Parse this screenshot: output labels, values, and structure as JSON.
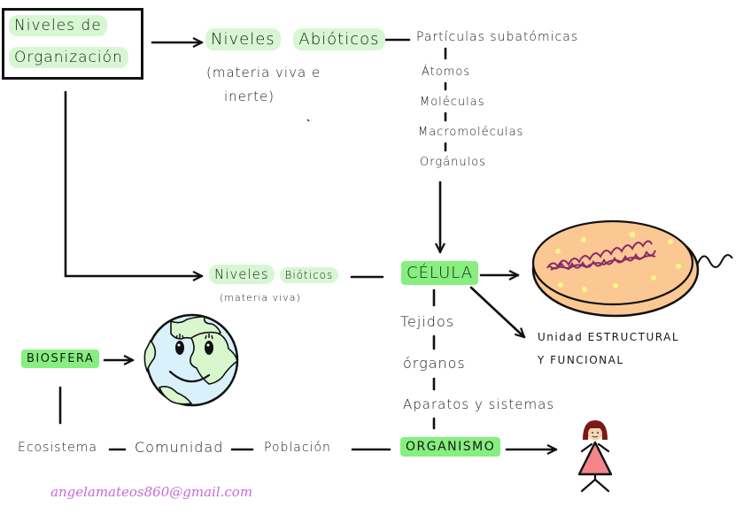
{
  "title": {
    "line1": "Niveles   de",
    "line2": "Organización"
  },
  "abiotic": {
    "heading_1": "Niveles",
    "heading_2": "Abióticos",
    "note_1": "(materia  viva  e",
    "note_2": "inerte)",
    "levels": [
      "Partículas  subatómicas",
      "Átomos",
      "Moléculas",
      "Macromoléculas",
      "Orgánulos"
    ]
  },
  "biotic": {
    "heading_1": "Niveles",
    "heading_2": "Bióticos",
    "note": "(materia  viva)",
    "cell_label": "CÉLULA",
    "cell_description_1": "Unidad  ESTRUCTURAL",
    "cell_description_2": "Y  FUNCIONAL",
    "levels": [
      "Tejidos",
      "órganos",
      "Aparatos  y  sistemas"
    ],
    "organism_label": "ORGANISMO"
  },
  "ecology": {
    "biosphere_label": "BIOSFERA",
    "chain": [
      "Ecosistema",
      "Comunidad",
      "Población"
    ]
  },
  "footer": {
    "email": "angelamateos860@gmail.com"
  },
  "colors": {
    "highlight_light": "#d6f7d2",
    "highlight_strong": "#86ef7f",
    "cell_fill": "#fbc893",
    "cell_dots": "#fbf58b",
    "dna": "#8a2a6a",
    "earth_water": "#d8f1fb",
    "earth_land": "#d9f7cd",
    "person_dress": "#f4858a",
    "person_hair": "#7a1a18",
    "email": "#c86ad8"
  }
}
